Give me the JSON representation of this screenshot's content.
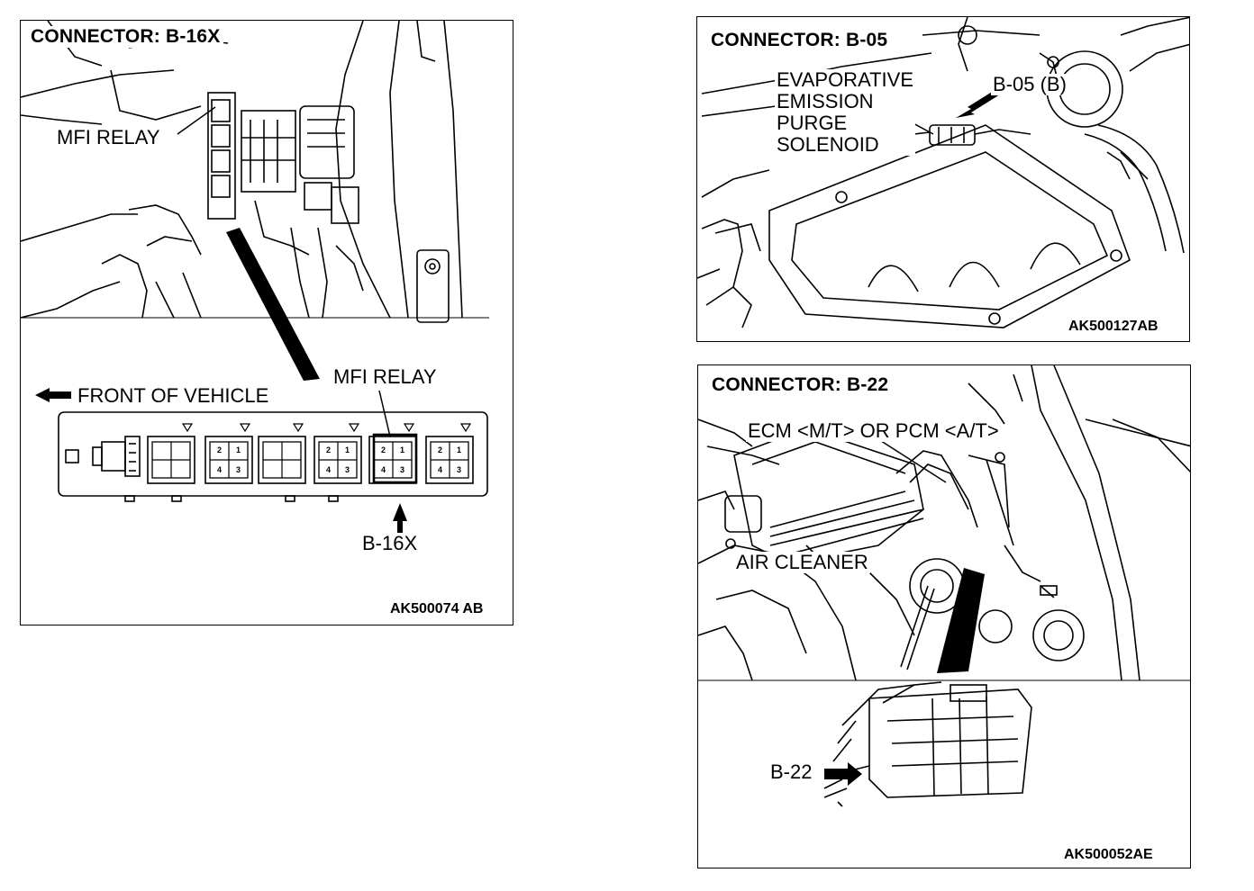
{
  "panel_b16x": {
    "title": "CONNECTOR: B-16X",
    "mfi_relay_top": "MFI RELAY",
    "mfi_relay_bottom": "MFI RELAY",
    "front_of_vehicle": "FRONT OF VEHICLE",
    "connector_label": "B-16X",
    "pin_labels": [
      "2",
      "1",
      "4",
      "3"
    ],
    "code": "AK500074 AB"
  },
  "panel_b05": {
    "title": "CONNECTOR: B-05",
    "component_lines": [
      "EVAPORATIVE",
      "EMISSION",
      "PURGE",
      "SOLENOID"
    ],
    "connector_label": "B-05 (B)",
    "code": "AK500127AB"
  },
  "panel_b22": {
    "title": "CONNECTOR: B-22",
    "ecm_label": "ECM <M/T> OR PCM <A/T>",
    "air_cleaner": "AIR CLEANER",
    "connector_label": "B-22",
    "code": "AK500052AE"
  }
}
